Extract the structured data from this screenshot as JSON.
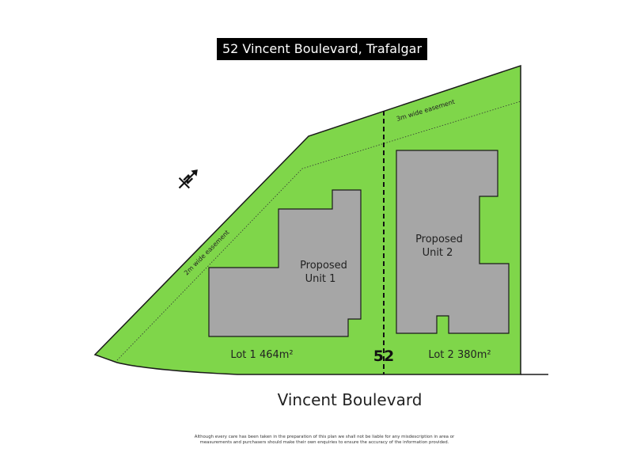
{
  "title": "52 Vincent Boulevard, Trafalgar",
  "street_name": "Vincent Boulevard",
  "house_number": "52",
  "colors": {
    "land": "#7fd64a",
    "building": "#a6a6a6",
    "outline": "#1a1a1a",
    "title_bg": "#000000",
    "title_text": "#ffffff"
  },
  "easements": {
    "left": "2m wide easement",
    "top": "3m wide easement"
  },
  "units": {
    "unit1": {
      "line1": "Proposed",
      "line2": "Unit 1"
    },
    "unit2": {
      "line1": "Proposed",
      "line2": "Unit 2"
    }
  },
  "lots": {
    "lot1": "Lot 1 464m²",
    "lot2": "Lot 2 380m²"
  },
  "north_arrow": {
    "letter": "N",
    "icon": "north-arrow-icon"
  },
  "disclaimer": "Although every care has been taken in the preparation of this plan we shall not be liable for any misdescription in area or measurements and purchasers should make their own enquiries to ensure the accuracy of the information provided."
}
